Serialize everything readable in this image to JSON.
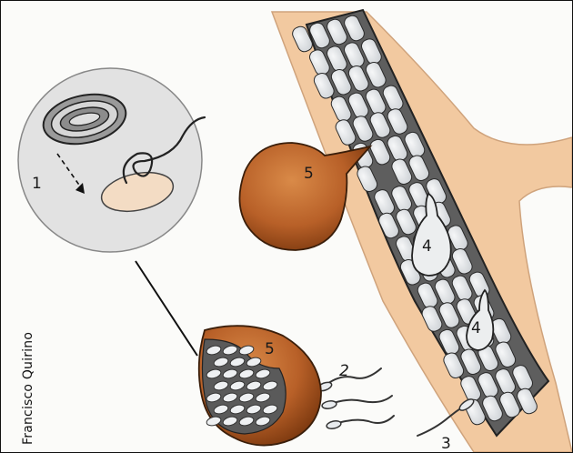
{
  "credit": "Francisco Quirino",
  "labels": {
    "l1": "1",
    "l2": "2",
    "l3": "3",
    "l4a": "4",
    "l4b": "4",
    "l5a": "5",
    "l5b": "5"
  },
  "colors": {
    "root": "#f2c9a0",
    "root_edge": "#cfa37c",
    "tissue": "#6a6a6a",
    "cell": "#e4e7ea",
    "sporangium": "#b86028",
    "sporangium_dark": "#8a4316",
    "inset_bg": "#e2e2e2",
    "zoospore": "#f3dcc4"
  }
}
